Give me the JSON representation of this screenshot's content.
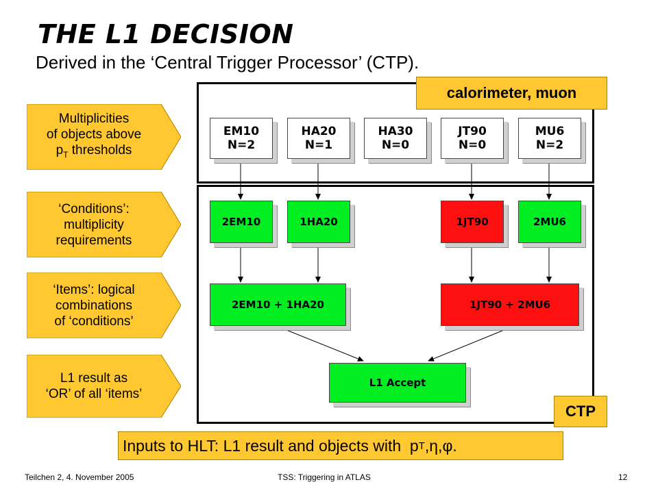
{
  "title": "THE L1 DECISION",
  "subtitle": "Derived in the ‘Central Trigger Processor’ (CTP).",
  "tags": {
    "inputs": "calorimeter, muon",
    "ctp": "CTP"
  },
  "side_labels": [
    {
      "line1": "Multiplicities",
      "line2": "of objects above",
      "line3_pre": "p",
      "line3_sub": "T",
      "line3_post": " thresholds"
    },
    {
      "line1": "‘Conditions’:",
      "line2": "multiplicity",
      "line3": "requirements"
    },
    {
      "line1": "‘Items’: logical",
      "line2": "combinations",
      "line3": "of ‘conditions’"
    },
    {
      "line1": "L1 result as",
      "line2": "‘OR’ of all ‘items’"
    }
  ],
  "multiplicities": [
    {
      "name": "EM10",
      "count": "N=2"
    },
    {
      "name": "HA20",
      "count": "N=1"
    },
    {
      "name": "HA30",
      "count": "N=0"
    },
    {
      "name": "JT90",
      "count": "N=0"
    },
    {
      "name": "MU6",
      "count": "N=2"
    }
  ],
  "conditions": [
    {
      "label": "2EM10",
      "state": "green"
    },
    {
      "label": "1HA20",
      "state": "green"
    },
    {
      "label": "1JT90",
      "state": "red"
    },
    {
      "label": "2MU6",
      "state": "green"
    }
  ],
  "items": [
    {
      "label": "2EM10 + 1HA20",
      "state": "green"
    },
    {
      "label": "1JT90 + 2MU6",
      "state": "red"
    }
  ],
  "result": {
    "label": "L1 Accept",
    "state": "green"
  },
  "colors": {
    "accept": "#00ee22",
    "reject": "#ff1010",
    "tag": "#ffc830"
  },
  "hlt": {
    "text": "Inputs to HLT: L1 result and objects with  p",
    "sub": "T",
    "symbols": ",η,φ."
  },
  "footer": {
    "left": "Teilchen 2, 4. November 2005",
    "center": "TSS: Triggering in ATLAS",
    "page": "12"
  }
}
